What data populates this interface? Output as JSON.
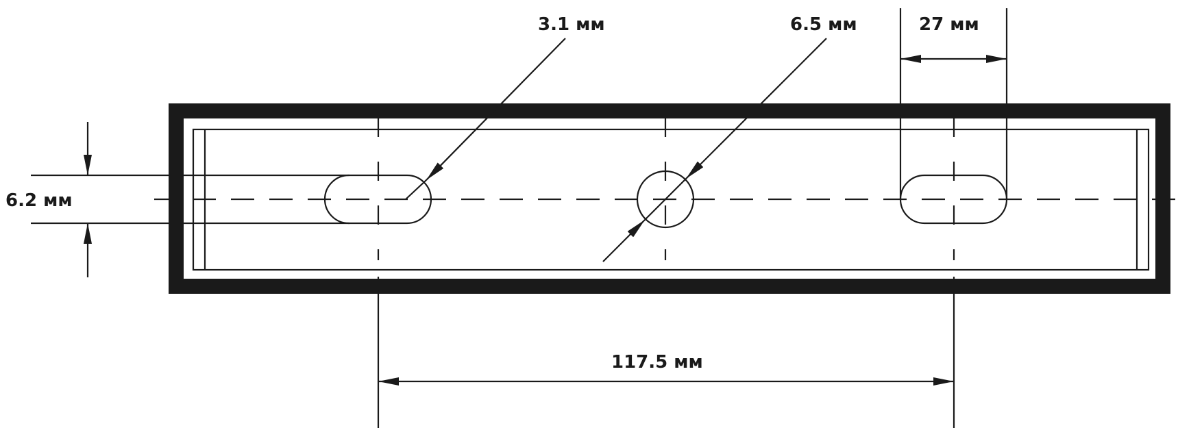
{
  "dimensions": {
    "slot_radius": "3.1 мм",
    "hole_diameter": "6.5 мм",
    "slot_length": "27 мм",
    "slot_width": "6.2 мм",
    "hole_spacing": "117.5 мм"
  }
}
